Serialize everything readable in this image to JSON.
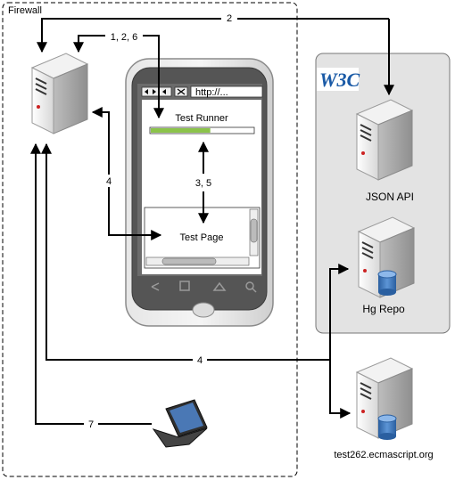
{
  "zones": {
    "firewall_label": "Firewall",
    "w3c_logo": "W3C"
  },
  "phone": {
    "url_text": "http://...",
    "test_runner_label": "Test Runner",
    "test_page_label": "Test Page",
    "progress": 0.58
  },
  "servers": {
    "json_api_label": "JSON API",
    "hg_repo_label": "Hg Repo",
    "ecmascript_label": "test262.ecmascript.org"
  },
  "flows": {
    "top_label": "2",
    "server_phone_label": "1, 2, 6",
    "server_testpage_label": "4",
    "runner_testpage_label": "3, 5",
    "bottom_label": "4",
    "laptop_label": "7"
  },
  "colors": {
    "w3c_blue": "#1a5aa6",
    "progress_green": "#8bc34a",
    "cylinder_blue": "#3a72b8",
    "zone_grey": "#e3e3e3"
  }
}
